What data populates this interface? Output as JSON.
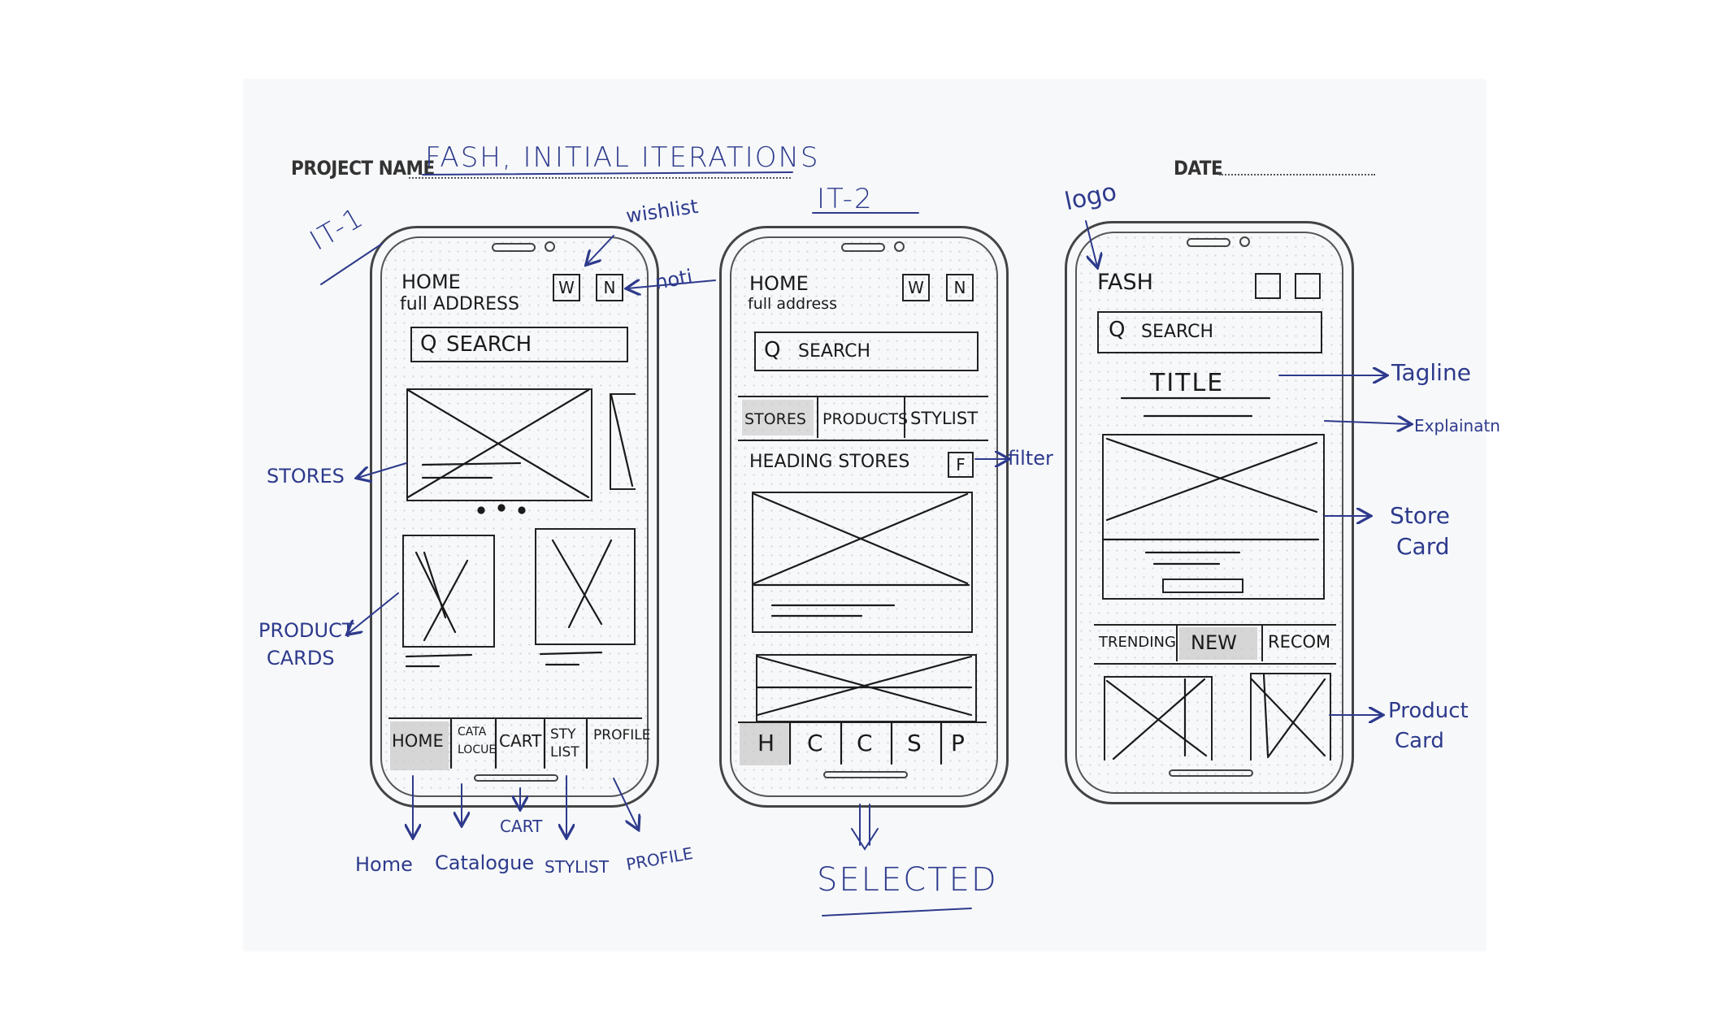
{
  "sheet": {
    "project_label": "PROJECT NAME",
    "project_name": "FASH, INITIAL ITERATIONS",
    "date_label": "DATE"
  },
  "iteration1": {
    "label": "IT-1",
    "header_title": "HOME",
    "header_subtitle": "full ADDRESS",
    "icon_w": "W",
    "icon_n": "N",
    "search": "SEARCH",
    "nav": [
      "HOME",
      "CATA LOCUE",
      "CART",
      "STY LIST",
      "PROFILE"
    ],
    "annotations": {
      "wishlist": "wishlist",
      "noti": "noti",
      "stores": "STORES",
      "product_cards": [
        "PRODUCT",
        "CARDS"
      ],
      "home": "Home",
      "catalogue": "Catalogue",
      "cart": "CART",
      "stylist": "STYLIST",
      "profile": "PROFILE"
    }
  },
  "iteration2": {
    "label": "IT-2",
    "header_title": "HOME",
    "header_subtitle": "full address",
    "icon_w": "W",
    "icon_n": "N",
    "search": "SEARCH",
    "tabs": [
      "STORES",
      "PRODUCTS",
      "STYLIST"
    ],
    "heading": "HEADING STORES",
    "filter_icon": "F",
    "nav": [
      "H",
      "C",
      "C",
      "S",
      "P"
    ],
    "annotations": {
      "filter": "filter",
      "selected": "SELECTED"
    }
  },
  "iteration3": {
    "logo": "FASH",
    "search": "SEARCH",
    "title": "TITLE",
    "tabs": [
      "TRENDING",
      "NEW",
      "RECOM"
    ],
    "annotations": {
      "logo": "logo",
      "tagline": "Tagline",
      "explanation": "Explainatn",
      "store_card": [
        "Store",
        "Card"
      ],
      "product_card": [
        "Product",
        "Card"
      ]
    }
  },
  "colors": {
    "pen": "#2d3a8c",
    "pencil": "#1a1a1a",
    "paper": "#f7f8fa"
  }
}
